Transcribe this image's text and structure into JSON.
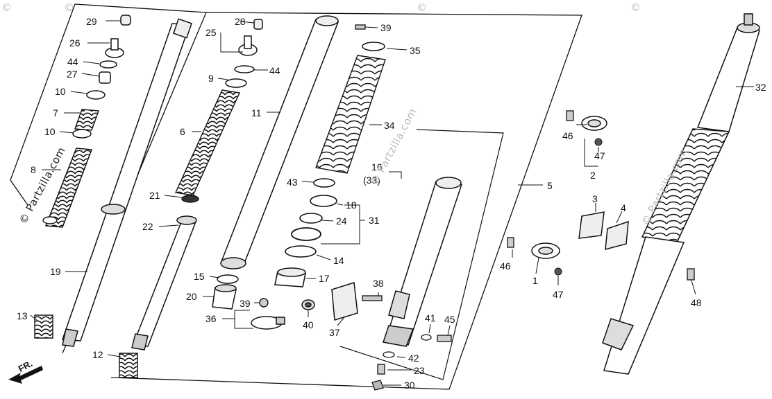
{
  "diagram": {
    "front_marker": "FR.",
    "watermark": "© Partzilla.com",
    "watermark_short": "©",
    "callouts": {
      "c29": "29",
      "c26": "26",
      "c44a": "44",
      "c27": "27",
      "c10a": "10",
      "c7": "7",
      "c10b": "10",
      "c8": "8",
      "c19": "19",
      "c13": "13",
      "c12": "12",
      "c28": "28",
      "c25": "25",
      "c9": "9",
      "c44b": "44",
      "c6": "6",
      "c21": "21",
      "c22": "22",
      "c15": "15",
      "c20": "20",
      "c36": "36",
      "c39a": "39",
      "c11": "11",
      "c40": "40",
      "c39b": "39",
      "c35": "35",
      "c34": "34",
      "c43": "43",
      "c16": "16",
      "c33": "(33)",
      "c18": "18",
      "c24": "24",
      "c31": "31",
      "c14": "14",
      "c17": "17",
      "c38": "38",
      "c37": "37",
      "c41": "41",
      "c45": "45",
      "c42": "42",
      "c23": "23",
      "c30": "30",
      "c5": "5",
      "c46a": "46",
      "c47a": "47",
      "c2": "2",
      "c3": "3",
      "c4": "4",
      "c46b": "46",
      "c1": "1",
      "c47b": "47",
      "c32": "32",
      "c48": "48"
    }
  }
}
